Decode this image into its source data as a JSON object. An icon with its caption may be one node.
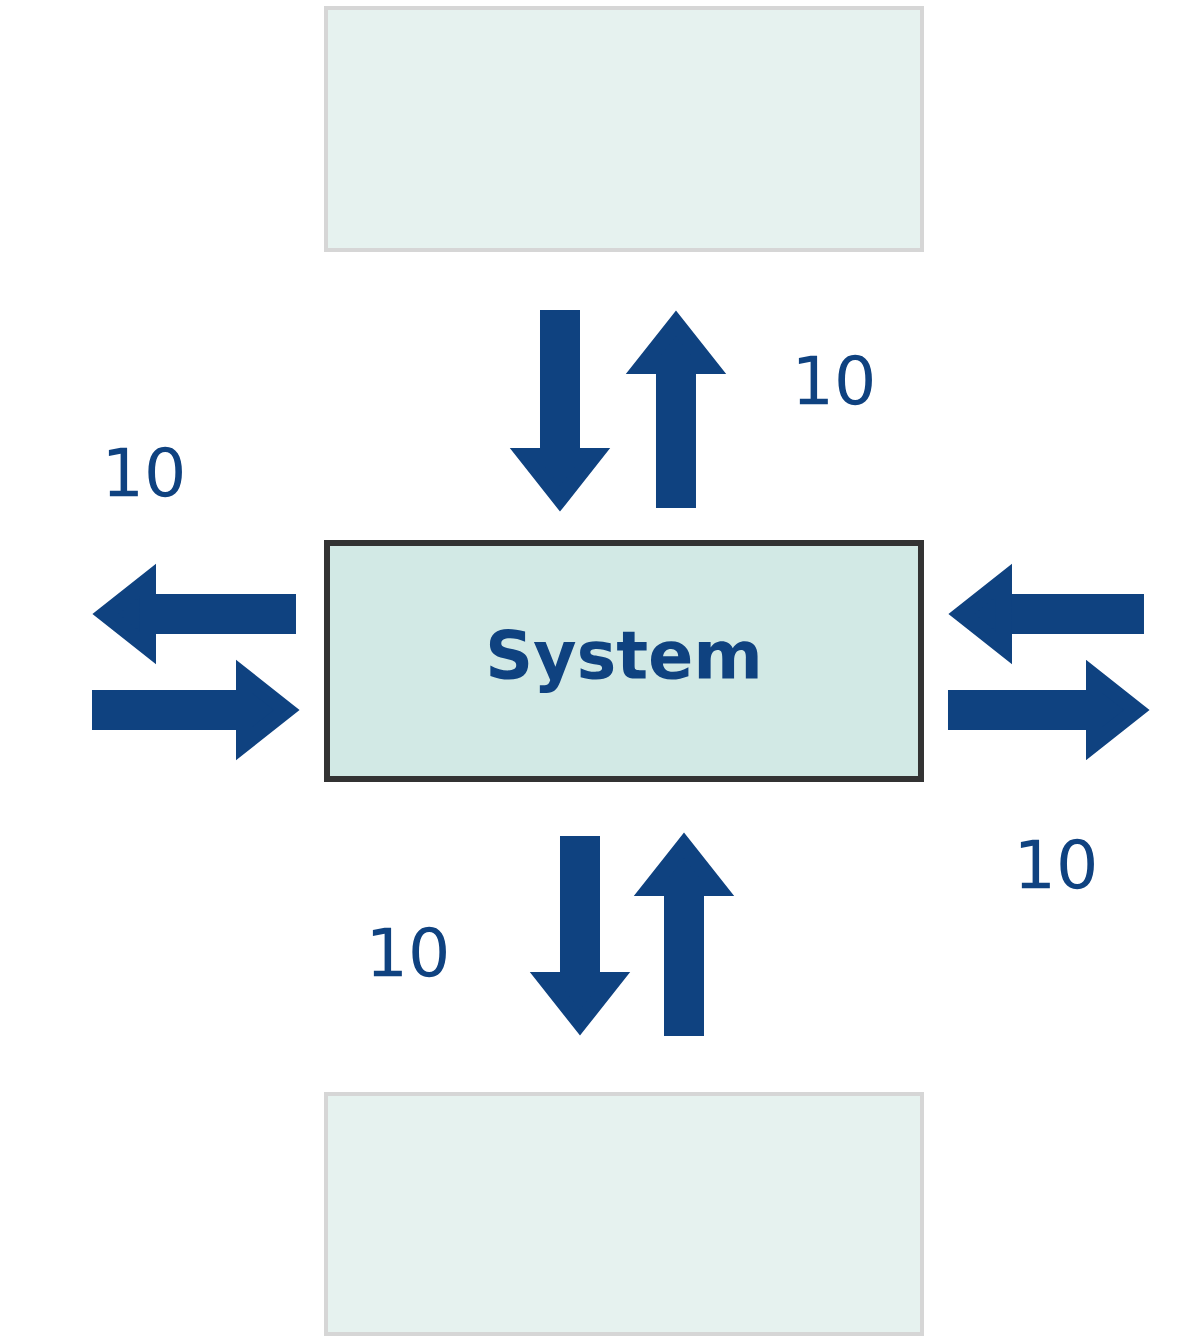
{
  "diagram": {
    "nodes": [
      {
        "text": [],
        "shape": "box"
      },
      {
        "text": [
          "System"
        ]
      },
      {
        "text": [],
        "shape": "box"
      }
    ],
    "edges": [
      {
        "from": 0,
        "to": 1,
        "arrow": "to"
      },
      {
        "from": 1,
        "to": 0,
        "arrow": "to",
        "label": "10"
      },
      {
        "from": 1,
        "to": null,
        "arrow": "to",
        "label": "10"
      },
      {
        "from": null,
        "to": 1,
        "arrow": "to"
      },
      {
        "from": null,
        "to": 1,
        "arrow": "to"
      },
      {
        "from": 1,
        "to": null,
        "arrow": "to",
        "label": "10"
      },
      {
        "from": 1,
        "to": 2,
        "arrow": "to",
        "label": "10"
      },
      {
        "from": 2,
        "to": 1,
        "arrow": "to"
      }
    ]
  }
}
